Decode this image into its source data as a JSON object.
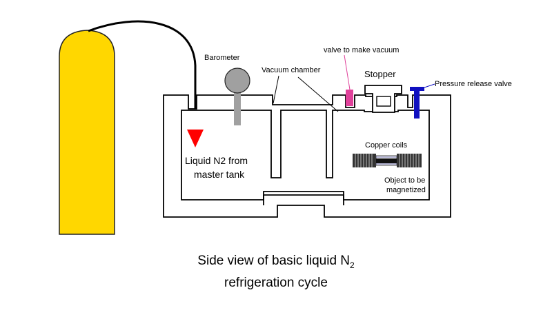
{
  "labels": {
    "barometer": "Barometer",
    "vacuum_chamber": "Vacuum chamber",
    "valve_vacuum": "valve to make vacuum",
    "stopper": "Stopper",
    "pressure_release": "Pressure release valve",
    "liquid_line1": "Liquid N2 from",
    "liquid_line2": "master tank",
    "copper_coils": "Copper coils",
    "object_line1": "Object to be",
    "object_line2": "magnetized"
  },
  "caption": {
    "line1_prefix": "Side view of basic liquid N",
    "line1_sub": "2",
    "line2": "refrigeration cycle"
  },
  "colors": {
    "tank": "#FFD700",
    "arrow": "#FF0000",
    "barometer": "#A0A0A0",
    "vacuum_valve": "#E0409A",
    "release_valve": "#1010C0",
    "outline": "#000000"
  }
}
